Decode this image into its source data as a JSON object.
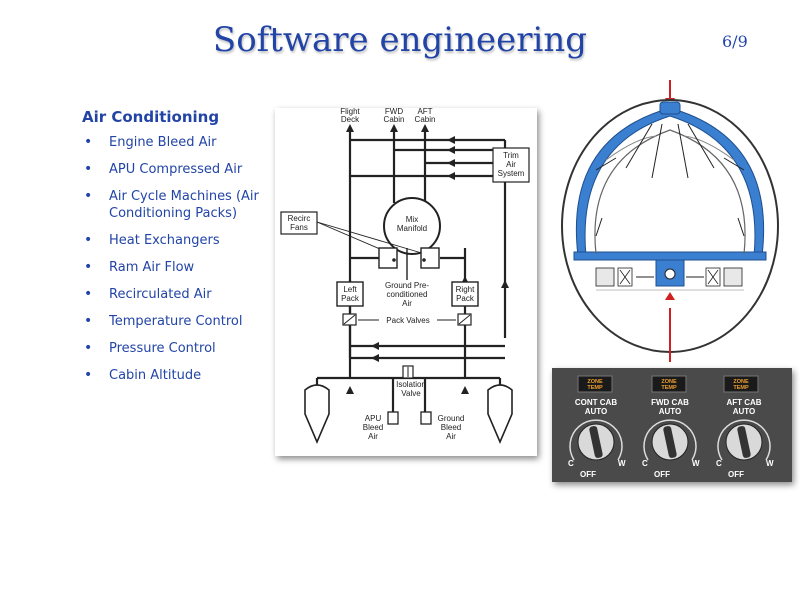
{
  "slide": {
    "title": "Software engineering",
    "page": "6/9"
  },
  "section": {
    "heading": "Air Conditioning",
    "items": [
      "Engine Bleed Air",
      "APU Compressed Air",
      "Air Cycle Machines (Air Conditioning Packs)",
      "Heat Exchangers",
      "Ram Air Flow",
      "Recirculated Air",
      "Temperature Control",
      "Pressure Control",
      "Cabin Altitude"
    ]
  },
  "diagram": {
    "flight_deck": [
      "Flight",
      "Deck"
    ],
    "fwd_cabin": [
      "FWD",
      "Cabin"
    ],
    "aft_cabin": [
      "AFT",
      "Cabin"
    ],
    "trim_air": [
      "Trim",
      "Air",
      "System"
    ],
    "recirc_fans": [
      "Recirc",
      "Fans"
    ],
    "mix_manifold": [
      "Mix",
      "Manifold"
    ],
    "left_pack": [
      "Left",
      "Pack"
    ],
    "right_pack": [
      "Right",
      "Pack"
    ],
    "ground_precond": [
      "Ground Pre-",
      "conditioned",
      "Air"
    ],
    "pack_valves": "Pack Valves",
    "isolation_valve": [
      "Isolation",
      "Valve"
    ],
    "apu_bleed": [
      "APU",
      "Bleed",
      "Air"
    ],
    "ground_bleed": [
      "Ground",
      "Bleed",
      "Air"
    ]
  },
  "panel": {
    "zone_label": [
      "ZONE",
      "TEMP"
    ],
    "controls": [
      "CONT CAB",
      "FWD CAB",
      "AFT CAB"
    ],
    "auto": "AUTO",
    "c": "C",
    "w": "W",
    "off": "OFF"
  },
  "colors": {
    "title": "#2244a6",
    "duct": "#3a7fd0",
    "arrow": "#d02020",
    "panel_bg": "#4a4a4a",
    "zone_amber": "#f0a030"
  }
}
